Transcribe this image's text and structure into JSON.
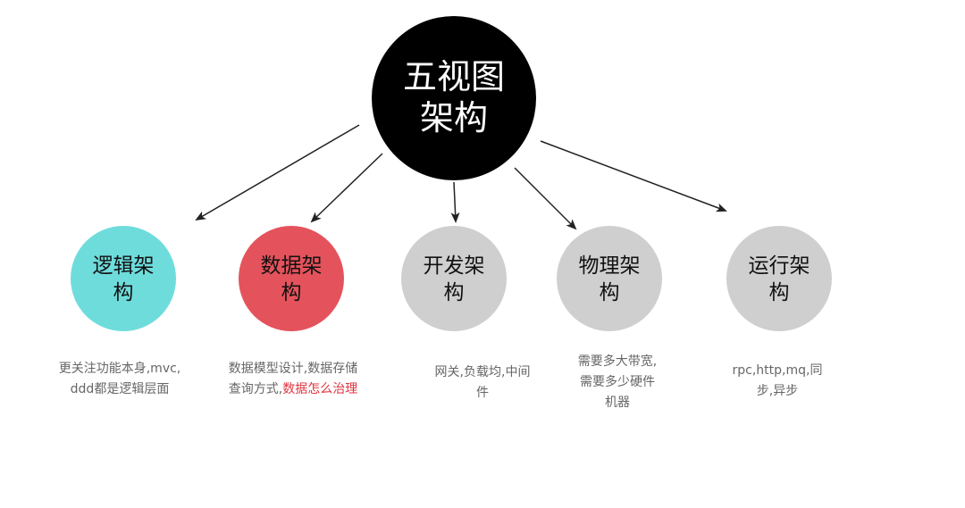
{
  "center": {
    "lines": [
      "五视图",
      "架构"
    ],
    "color": "#000000",
    "text_color": "#ffffff"
  },
  "nodes": [
    {
      "id": "logic",
      "lines": [
        "逻辑架",
        "构"
      ],
      "color": "#6fdcdc",
      "description": [
        "更关注功能本身,mvc,",
        "ddd都是逻辑层面"
      ]
    },
    {
      "id": "data",
      "lines": [
        "数据架",
        "构"
      ],
      "color": "#e4535c",
      "description": [
        "数据模型设计,数据存储",
        "查询方式,"
      ],
      "highlight": "数据怎么治理",
      "highlight_color": "#e0353f"
    },
    {
      "id": "dev",
      "lines": [
        "开发架",
        "构"
      ],
      "color": "#cfcfcf",
      "description": [
        "网关,负载均,中间",
        "件"
      ]
    },
    {
      "id": "physical",
      "lines": [
        "物理架",
        "构"
      ],
      "color": "#cfcfcf",
      "description": [
        "需要多大带宽,",
        "需要多少硬件",
        "机器"
      ]
    },
    {
      "id": "runtime",
      "lines": [
        "运行架",
        "构"
      ],
      "color": "#cfcfcf",
      "description": [
        "rpc,http,mq,同",
        "步,异步"
      ]
    }
  ],
  "node_text_color": "#111111",
  "caption_color": "#666666",
  "arrow_color": "#222222"
}
